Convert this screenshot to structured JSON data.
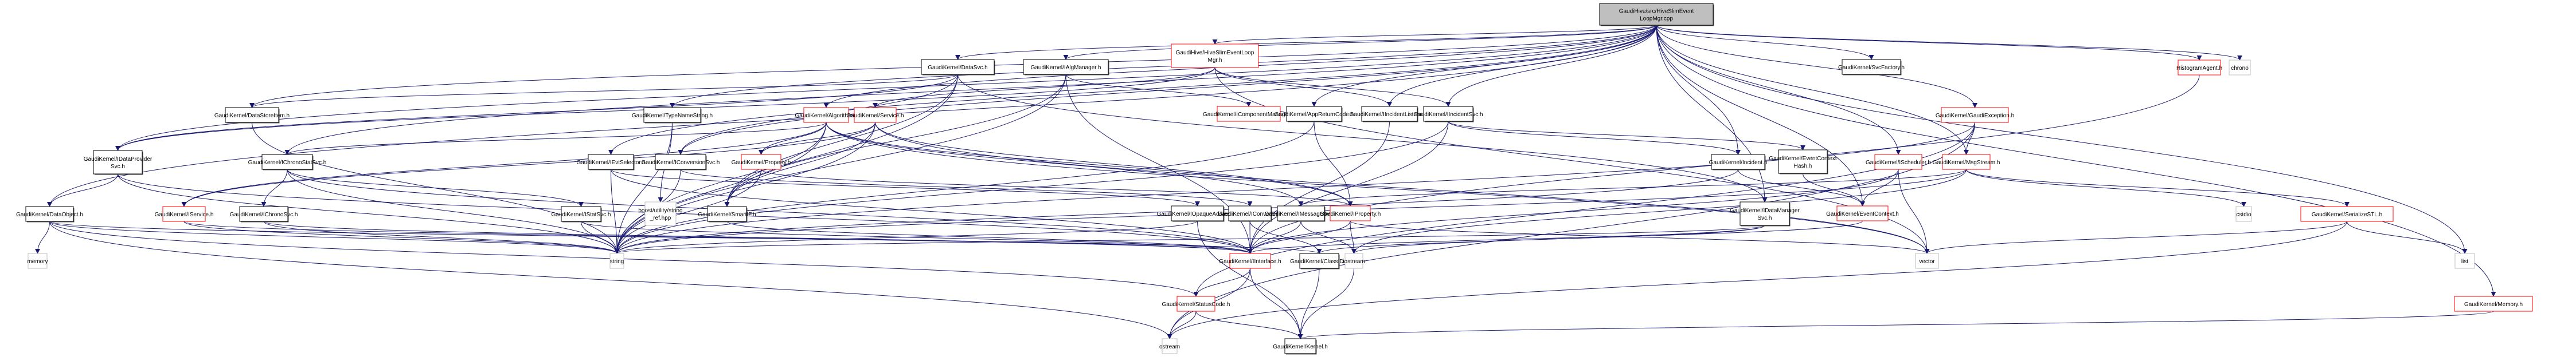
{
  "diagram": {
    "title": "GaudiHive/src/HiveSlimEventLoopMgr.cpp",
    "kind": "include dependency graph",
    "colors": {
      "edge": "#191970",
      "root_fill": "#bfbfbf",
      "root_border": "#000000",
      "documented_border": "#000000",
      "undocumented_border": "#ff0000",
      "system_border": "#bfbfbf",
      "node_fill": "#ffffff"
    },
    "nodes": [
      {
        "id": "root",
        "lines": [
          "GaudiHive/src/HiveSlimEvent",
          "LoopMgr.cpp"
        ],
        "style": "root"
      },
      {
        "id": "datasvc",
        "lines": [
          "GaudiKernel/DataSvc.h"
        ],
        "style": "documented"
      },
      {
        "id": "ialgmgr",
        "lines": [
          "GaudiKernel/IAlgManager.h"
        ],
        "style": "documented"
      },
      {
        "id": "hiveslimh",
        "lines": [
          "GaudiHive/HiveSlimEventLoop",
          "Mgr.h"
        ],
        "style": "undocumented"
      },
      {
        "id": "svcfactory",
        "lines": [
          "GaudiKernel/SvcFactory.h"
        ],
        "style": "documented"
      },
      {
        "id": "histagent",
        "lines": [
          "HistogramAgent.h"
        ],
        "style": "undocumented"
      },
      {
        "id": "chrono",
        "lines": [
          "chrono"
        ],
        "style": "system"
      },
      {
        "id": "datastoreitem",
        "lines": [
          "GaudiKernel/DataStoreItem.h"
        ],
        "style": "documented"
      },
      {
        "id": "typenamestring",
        "lines": [
          "GaudiKernel/TypeNameString.h"
        ],
        "style": "documented"
      },
      {
        "id": "algorithm",
        "lines": [
          "GaudiKernel/Algorithm.h"
        ],
        "style": "undocumented"
      },
      {
        "id": "service",
        "lines": [
          "GaudiKernel/Service.h"
        ],
        "style": "undocumented"
      },
      {
        "id": "icompmgr",
        "lines": [
          "GaudiKernel/IComponentManager.h"
        ],
        "style": "undocumented"
      },
      {
        "id": "appreturncode",
        "lines": [
          "GaudiKernel/AppReturnCode.h"
        ],
        "style": "documented"
      },
      {
        "id": "iincidentlistener",
        "lines": [
          "GaudiKernel/IIncidentListener.h"
        ],
        "style": "documented"
      },
      {
        "id": "iincidentsvc",
        "lines": [
          "GaudiKernel/IIncidentSvc.h"
        ],
        "style": "documented"
      },
      {
        "id": "gaudiexception",
        "lines": [
          "GaudiKernel/GaudiException.h"
        ],
        "style": "undocumented"
      },
      {
        "id": "idataprovidersvc",
        "lines": [
          "GaudiKernel/IDataProvider",
          "Svc.h"
        ],
        "style": "documented"
      },
      {
        "id": "ichronostatsvc",
        "lines": [
          "GaudiKernel/IChronoStatSvc.h"
        ],
        "style": "documented"
      },
      {
        "id": "ievtselector",
        "lines": [
          "GaudiKernel/IEvtSelector.h"
        ],
        "style": "documented"
      },
      {
        "id": "iconversionsvc",
        "lines": [
          "GaudiKernel/IConversionSvc.h"
        ],
        "style": "documented"
      },
      {
        "id": "property",
        "lines": [
          "GaudiKernel/Property.h"
        ],
        "style": "undocumented"
      },
      {
        "id": "incident",
        "lines": [
          "GaudiKernel/Incident.h"
        ],
        "style": "documented"
      },
      {
        "id": "eventcontexthash",
        "lines": [
          "GaudiKernel/EventContext",
          "Hash.h"
        ],
        "style": "documented"
      },
      {
        "id": "ischeduler",
        "lines": [
          "GaudiKernel/IScheduler.h"
        ],
        "style": "undocumented"
      },
      {
        "id": "msgstream",
        "lines": [
          "GaudiKernel/MsgStream.h"
        ],
        "style": "undocumented"
      },
      {
        "id": "dataobject",
        "lines": [
          "GaudiKernel/DataObject.h"
        ],
        "style": "documented"
      },
      {
        "id": "iservice",
        "lines": [
          "GaudiKernel/IService.h"
        ],
        "style": "undocumented"
      },
      {
        "id": "ichronosvc",
        "lines": [
          "GaudiKernel/IChronoSvc.h"
        ],
        "style": "documented"
      },
      {
        "id": "istatsvc",
        "lines": [
          "GaudiKernel/IStatSvc.h"
        ],
        "style": "documented"
      },
      {
        "id": "booststringref",
        "lines": [
          "boost/utility/string",
          "_ref.hpp"
        ],
        "style": "system"
      },
      {
        "id": "smartif",
        "lines": [
          "GaudiKernel/SmartIF.h"
        ],
        "style": "documented"
      },
      {
        "id": "iopaqueaddress",
        "lines": [
          "GaudiKernel/IOpaqueAddress.h"
        ],
        "style": "documented"
      },
      {
        "id": "iconverter",
        "lines": [
          "GaudiKernel/IConverter.h"
        ],
        "style": "documented"
      },
      {
        "id": "imessagesvc",
        "lines": [
          "GaudiKernel/IMessageSvc.h"
        ],
        "style": "documented"
      },
      {
        "id": "iproperty",
        "lines": [
          "GaudiKernel/IProperty.h"
        ],
        "style": "undocumented"
      },
      {
        "id": "idatamanagersvc",
        "lines": [
          "GaudiKernel/IDataManager",
          "Svc.h"
        ],
        "style": "documented"
      },
      {
        "id": "eventcontext",
        "lines": [
          "GaudiKernel/EventContext.h"
        ],
        "style": "undocumented"
      },
      {
        "id": "cstdio",
        "lines": [
          "cstdio"
        ],
        "style": "system"
      },
      {
        "id": "serializestl",
        "lines": [
          "GaudiKernel/SerializeSTL.h"
        ],
        "style": "undocumented"
      },
      {
        "id": "memory",
        "lines": [
          "memory"
        ],
        "style": "system"
      },
      {
        "id": "string",
        "lines": [
          "string"
        ],
        "style": "system"
      },
      {
        "id": "iinterface",
        "lines": [
          "GaudiKernel/IInterface.h"
        ],
        "style": "undocumented"
      },
      {
        "id": "classid",
        "lines": [
          "GaudiKernel/ClassID.h"
        ],
        "style": "documented"
      },
      {
        "id": "iostream",
        "lines": [
          "iostream"
        ],
        "style": "system"
      },
      {
        "id": "vector",
        "lines": [
          "vector"
        ],
        "style": "system"
      },
      {
        "id": "list",
        "lines": [
          "list"
        ],
        "style": "system"
      },
      {
        "id": "statuscode",
        "lines": [
          "GaudiKernel/StatusCode.h"
        ],
        "style": "undocumented"
      },
      {
        "id": "ostream",
        "lines": [
          "ostream"
        ],
        "style": "system"
      },
      {
        "id": "kernel",
        "lines": [
          "GaudiKernel/Kernel.h"
        ],
        "style": "documented"
      },
      {
        "id": "memoryh",
        "lines": [
          "GaudiKernel/Memory.h"
        ],
        "style": "undocumented"
      }
    ],
    "edges": [
      [
        "root",
        "datasvc"
      ],
      [
        "root",
        "ialgmgr"
      ],
      [
        "root",
        "hiveslimh"
      ],
      [
        "root",
        "svcfactory"
      ],
      [
        "root",
        "histagent"
      ],
      [
        "root",
        "chrono"
      ],
      [
        "root",
        "algorithm"
      ],
      [
        "root",
        "typenamestring"
      ],
      [
        "root",
        "appreturncode"
      ],
      [
        "root",
        "iincidentlistener"
      ],
      [
        "root",
        "iincidentsvc"
      ],
      [
        "root",
        "gaudiexception"
      ],
      [
        "root",
        "idataprovidersvc"
      ],
      [
        "root",
        "iconversionsvc"
      ],
      [
        "root",
        "incident"
      ],
      [
        "root",
        "ischeduler"
      ],
      [
        "root",
        "msgstream"
      ],
      [
        "root",
        "dataobject"
      ],
      [
        "root",
        "idatamanagersvc"
      ],
      [
        "root",
        "eventcontext"
      ],
      [
        "root",
        "list"
      ],
      [
        "root",
        "memoryh"
      ],
      [
        "root",
        "ievtselector"
      ],
      [
        "root",
        "datastoreitem"
      ],
      [
        "root",
        "ichronostatsvc"
      ],
      [
        "datasvc",
        "datastoreitem"
      ],
      [
        "datasvc",
        "idataprovidersvc"
      ],
      [
        "datasvc",
        "iconversionsvc"
      ],
      [
        "datasvc",
        "smartif"
      ],
      [
        "datasvc",
        "idatamanagersvc"
      ],
      [
        "datasvc",
        "string"
      ],
      [
        "ialgmgr",
        "icompmgr"
      ],
      [
        "ialgmgr",
        "smartif"
      ],
      [
        "ialgmgr",
        "string"
      ],
      [
        "ialgmgr",
        "iinterface"
      ],
      [
        "hiveslimh",
        "iincidentlistener"
      ],
      [
        "hiveslimh",
        "iincidentsvc"
      ],
      [
        "hiveslimh",
        "service"
      ],
      [
        "hiveslimh",
        "idataprovidersvc"
      ],
      [
        "hiveslimh",
        "vector"
      ],
      [
        "histagent",
        "iinterface"
      ],
      [
        "datastoreitem",
        "string"
      ],
      [
        "typenamestring",
        "string"
      ],
      [
        "typenamestring",
        "booststringref"
      ],
      [
        "algorithm",
        "property"
      ],
      [
        "algorithm",
        "iservice"
      ],
      [
        "algorithm",
        "smartif"
      ],
      [
        "algorithm",
        "iproperty"
      ],
      [
        "algorithm",
        "imessagesvc"
      ],
      [
        "algorithm",
        "string"
      ],
      [
        "algorithm",
        "vector"
      ],
      [
        "algorithm",
        "ichronostatsvc"
      ],
      [
        "service",
        "iservice"
      ],
      [
        "service",
        "property"
      ],
      [
        "service",
        "smartif"
      ],
      [
        "service",
        "iproperty"
      ],
      [
        "service",
        "string"
      ],
      [
        "service",
        "vector"
      ],
      [
        "appreturncode",
        "string"
      ],
      [
        "appreturncode",
        "iproperty"
      ],
      [
        "iincidentlistener",
        "iinterface"
      ],
      [
        "iincidentsvc",
        "incident"
      ],
      [
        "iincidentsvc",
        "iinterface"
      ],
      [
        "iincidentsvc",
        "string"
      ],
      [
        "iincidentsvc",
        "eventcontexthash"
      ],
      [
        "incident",
        "eventcontext"
      ],
      [
        "incident",
        "string"
      ],
      [
        "eventcontexthash",
        "eventcontext"
      ],
      [
        "gaudiexception",
        "msgstream"
      ],
      [
        "gaudiexception",
        "statuscode"
      ],
      [
        "gaudiexception",
        "ostream"
      ],
      [
        "gaudiexception",
        "string"
      ],
      [
        "ischeduler",
        "eventcontext"
      ],
      [
        "ischeduler",
        "iinterface"
      ],
      [
        "ischeduler",
        "vector"
      ],
      [
        "msgstream",
        "cstdio"
      ],
      [
        "msgstream",
        "serializestl"
      ],
      [
        "msgstream",
        "iostream"
      ],
      [
        "msgstream",
        "string"
      ],
      [
        "msgstream",
        "imessagesvc"
      ],
      [
        "serializestl",
        "list"
      ],
      [
        "serializestl",
        "vector"
      ],
      [
        "serializestl",
        "ostream"
      ],
      [
        "idataprovidersvc",
        "iinterface"
      ],
      [
        "idataprovidersvc",
        "string"
      ],
      [
        "idataprovidersvc",
        "dataobject"
      ],
      [
        "ichronostatsvc",
        "ichronosvc"
      ],
      [
        "ichronostatsvc",
        "istatsvc"
      ],
      [
        "ichronostatsvc",
        "iinterface"
      ],
      [
        "ichronostatsvc",
        "string"
      ],
      [
        "ievtselector",
        "iinterface"
      ],
      [
        "ievtselector",
        "iopaqueaddress"
      ],
      [
        "ievtselector",
        "string"
      ],
      [
        "iconversionsvc",
        "iconverter"
      ],
      [
        "iconversionsvc",
        "string"
      ],
      [
        "property",
        "iproperty"
      ],
      [
        "property",
        "string"
      ],
      [
        "property",
        "boostre"
      ],
      [
        "dataobject",
        "memory"
      ],
      [
        "dataobject",
        "classid"
      ],
      [
        "dataobject",
        "statuscode"
      ],
      [
        "dataobject",
        "string"
      ],
      [
        "dataobject",
        "ostream"
      ],
      [
        "iservice",
        "iinterface"
      ],
      [
        "iservice",
        "string"
      ],
      [
        "ichronosvc",
        "iinterface"
      ],
      [
        "ichronosvc",
        "string"
      ],
      [
        "istatsvc",
        "iinterface"
      ],
      [
        "istatsvc",
        "string"
      ],
      [
        "smartif",
        "iinterface"
      ],
      [
        "iopaqueaddress",
        "kernel"
      ],
      [
        "iopaqueaddress",
        "string"
      ],
      [
        "iconverter",
        "iinterface"
      ],
      [
        "iconverter",
        "classid"
      ],
      [
        "imessagesvc",
        "iinterface"
      ],
      [
        "imessagesvc",
        "iostream"
      ],
      [
        "iproperty",
        "iinterface"
      ],
      [
        "iproperty",
        "iostream"
      ],
      [
        "iproperty",
        "vector"
      ],
      [
        "idatamanagersvc",
        "iinterface"
      ],
      [
        "idatamanagersvc",
        "string"
      ],
      [
        "idatamanagersvc",
        "classid"
      ],
      [
        "eventcontext",
        "iostream"
      ],
      [
        "iinterface",
        "statuscode"
      ],
      [
        "iinterface",
        "kernel"
      ],
      [
        "iinterface",
        "ostream"
      ],
      [
        "classid",
        "kernel"
      ],
      [
        "statuscode",
        "kernel"
      ],
      [
        "statuscode",
        "ostream"
      ],
      [
        "memoryh",
        "kernel"
      ],
      [
        "iostream",
        "kernel"
      ]
    ]
  }
}
